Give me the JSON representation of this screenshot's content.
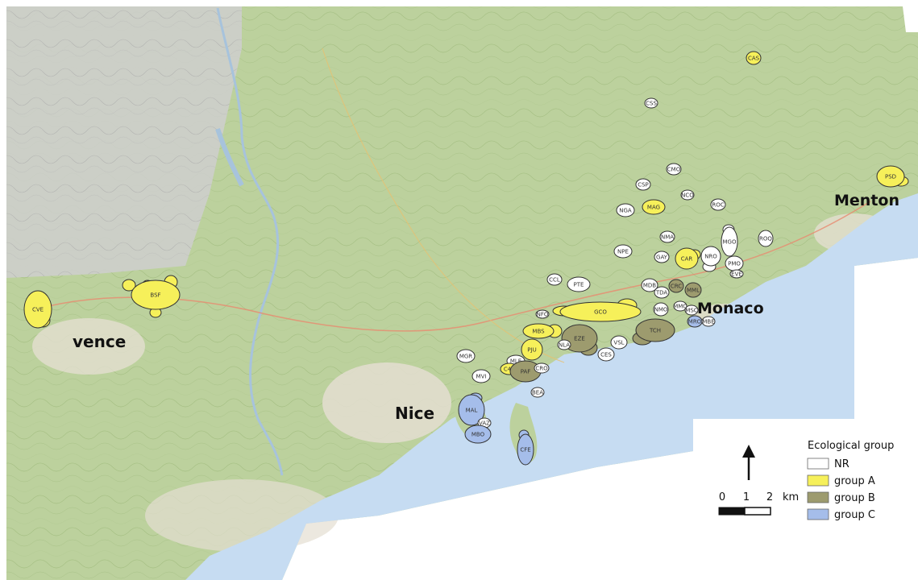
{
  "cities": [
    {
      "id": "vence",
      "label": "vence"
    },
    {
      "id": "nice",
      "label": "Nice"
    },
    {
      "id": "monaco",
      "label": "Monaco"
    },
    {
      "id": "menton",
      "label": "Menton"
    }
  ],
  "legend": {
    "title": "Ecological group",
    "items": [
      {
        "label": "NR",
        "color": "#ffffff"
      },
      {
        "label": "group A",
        "color": "#f6f05a"
      },
      {
        "label": "group B",
        "color": "#9d9b6e"
      },
      {
        "label": "group C",
        "color": "#a5bdea"
      }
    ]
  },
  "scale": {
    "ticks": [
      "0",
      "1",
      "2"
    ],
    "unit": "km"
  },
  "colors": {
    "sea": "#c6dcf2",
    "land": "#b9cf9a",
    "hills": "#9fbb7e",
    "mountain": "#c8c8c8",
    "urban": "#e7e2d8",
    "outline": "#333333"
  },
  "sites": [
    {
      "code": "CAS",
      "group": "A"
    },
    {
      "code": "CSS",
      "group": "NR"
    },
    {
      "code": "CMO",
      "group": "NR"
    },
    {
      "code": "CSP",
      "group": "NR"
    },
    {
      "code": "NCO",
      "group": "NR"
    },
    {
      "code": "ROC",
      "group": "NR"
    },
    {
      "code": "NGA",
      "group": "NR"
    },
    {
      "code": "MAG",
      "group": "A"
    },
    {
      "code": "NMA",
      "group": "NR"
    },
    {
      "code": "MGO",
      "group": "NR"
    },
    {
      "code": "ROQ",
      "group": "NR"
    },
    {
      "code": "NPE",
      "group": "NR"
    },
    {
      "code": "GAY",
      "group": "NR"
    },
    {
      "code": "CAR",
      "group": "A"
    },
    {
      "code": "NRO",
      "group": "NR"
    },
    {
      "code": "PMO",
      "group": "NR"
    },
    {
      "code": "EVE",
      "group": "NR"
    },
    {
      "code": "CCL",
      "group": "NR"
    },
    {
      "code": "PTE",
      "group": "NR"
    },
    {
      "code": "MDB",
      "group": "NR"
    },
    {
      "code": "TDA",
      "group": "NR"
    },
    {
      "code": "CRC",
      "group": "B"
    },
    {
      "code": "MML",
      "group": "B"
    },
    {
      "code": "NFO",
      "group": "NR"
    },
    {
      "code": "GCO",
      "group": "A"
    },
    {
      "code": "NMO",
      "group": "NR"
    },
    {
      "code": "MMO",
      "group": "NR"
    },
    {
      "code": "MSC",
      "group": "NR"
    },
    {
      "code": "MBS",
      "group": "A"
    },
    {
      "code": "EZE",
      "group": "B"
    },
    {
      "code": "TCH",
      "group": "B"
    },
    {
      "code": "MRO",
      "group": "C"
    },
    {
      "code": "MBE",
      "group": "NR"
    },
    {
      "code": "NLA",
      "group": "NR"
    },
    {
      "code": "VSL",
      "group": "NR"
    },
    {
      "code": "PJU",
      "group": "A"
    },
    {
      "code": "MGR",
      "group": "NR"
    },
    {
      "code": "MLE",
      "group": "NR"
    },
    {
      "code": "CES",
      "group": "NR"
    },
    {
      "code": "C4C",
      "group": "A"
    },
    {
      "code": "PAF",
      "group": "B"
    },
    {
      "code": "CRO",
      "group": "NR"
    },
    {
      "code": "MVI",
      "group": "NR"
    },
    {
      "code": "BEA",
      "group": "NR"
    },
    {
      "code": "MAL",
      "group": "C"
    },
    {
      "code": "VAZ",
      "group": "NR"
    },
    {
      "code": "MBO",
      "group": "C"
    },
    {
      "code": "CFE",
      "group": "C"
    },
    {
      "code": "CVE",
      "group": "A"
    },
    {
      "code": "BSF",
      "group": "A"
    },
    {
      "code": "PSD",
      "group": "A"
    }
  ]
}
